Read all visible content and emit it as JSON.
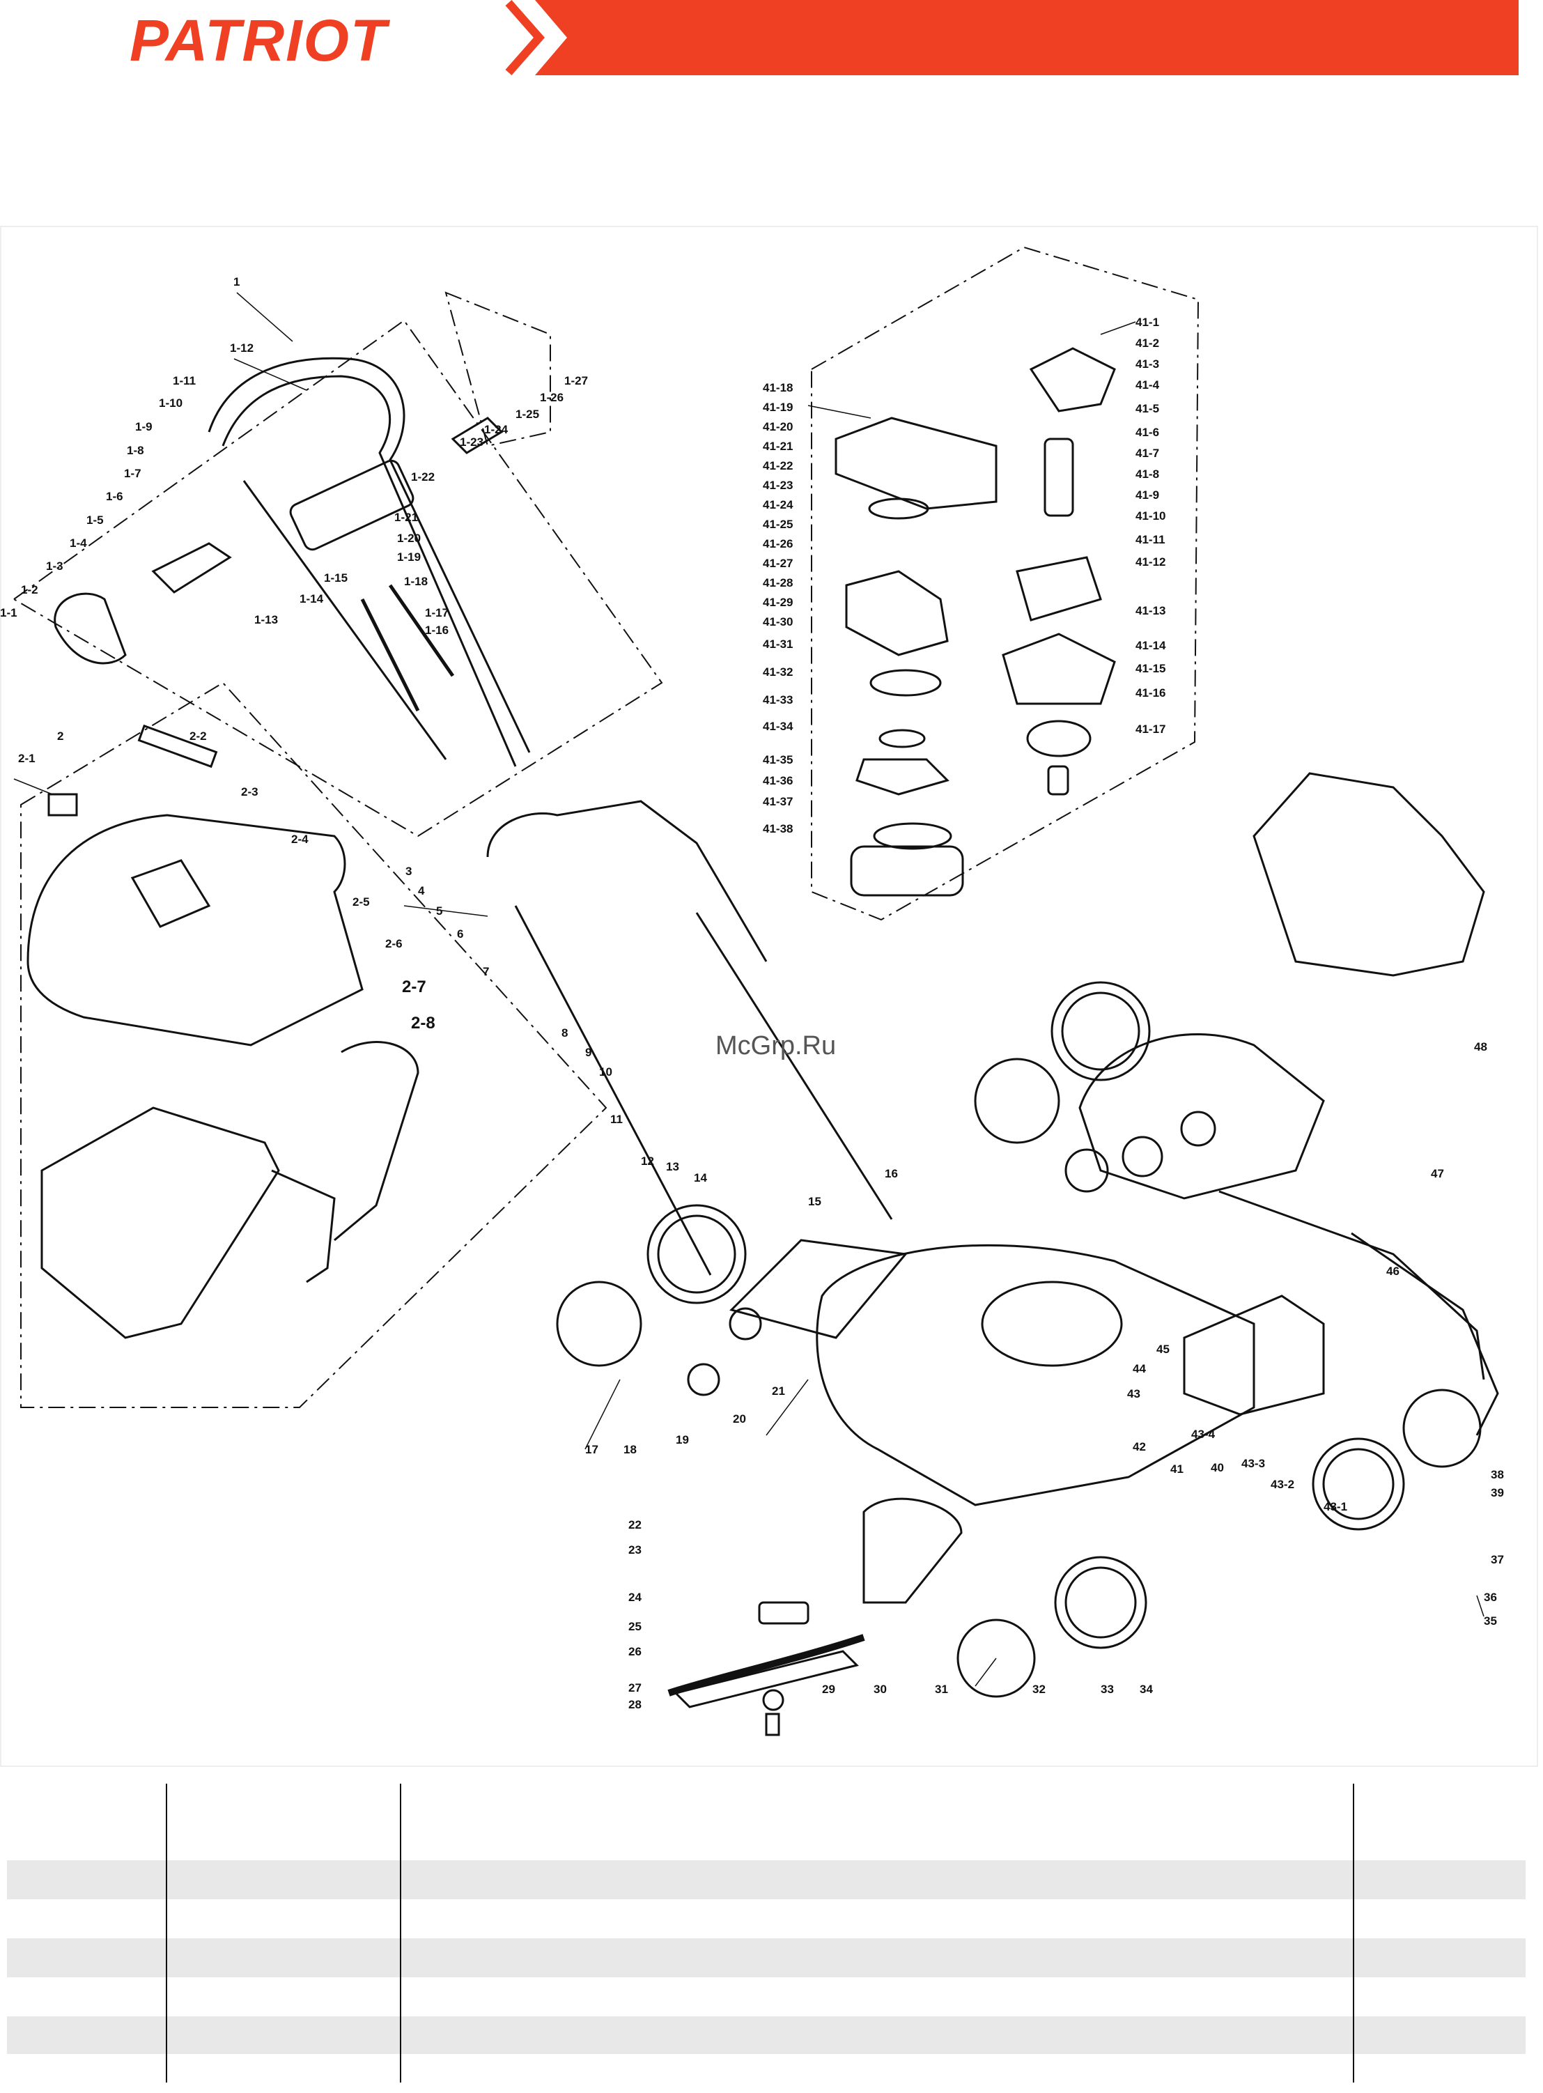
{
  "brand": {
    "name": "PATRIOT",
    "accent": "#EF4023"
  },
  "watermark": "McGrp.Ru",
  "labels": {
    "top_left": [
      "1",
      "1-1",
      "1-2",
      "1-3",
      "1-4",
      "1-5",
      "1-6",
      "1-7",
      "1-8",
      "1-9",
      "1-10",
      "1-11",
      "1-12",
      "1-13",
      "1-14",
      "1-15",
      "1-16",
      "1-17",
      "1-18",
      "1-19",
      "1-20",
      "1-21",
      "1-22",
      "1-23",
      "1-24",
      "1-25",
      "1-26",
      "1-27"
    ],
    "motor": [
      "41-1",
      "41-2",
      "41-3",
      "41-4",
      "41-5",
      "41-6",
      "41-7",
      "41-8",
      "41-9",
      "41-10",
      "41-11",
      "41-12",
      "41-13",
      "41-14",
      "41-15",
      "41-16",
      "41-17",
      "41-18",
      "41-19",
      "41-20",
      "41-21",
      "41-22",
      "41-23",
      "41-24",
      "41-25",
      "41-26",
      "41-27",
      "41-28",
      "41-29",
      "41-30",
      "41-31",
      "41-32",
      "41-33",
      "41-34",
      "41-35",
      "41-36",
      "41-37",
      "41-38"
    ],
    "bag": [
      "2",
      "2-1",
      "2-2",
      "2-3",
      "2-4",
      "2-5",
      "2-6",
      "2-7",
      "2-8"
    ],
    "main": [
      "3",
      "4",
      "5",
      "6",
      "7",
      "8",
      "9",
      "10",
      "11",
      "12",
      "13",
      "14",
      "15",
      "16",
      "17",
      "18",
      "19",
      "20",
      "21",
      "22",
      "23",
      "24",
      "25",
      "26",
      "27",
      "28",
      "29",
      "30",
      "31",
      "32",
      "33",
      "34",
      "35",
      "36",
      "37",
      "38",
      "39",
      "40",
      "41",
      "42",
      "43",
      "43-1",
      "43-2",
      "43-3",
      "43-4",
      "44",
      "45",
      "46",
      "47",
      "48"
    ]
  },
  "table": {
    "rows": 10
  }
}
